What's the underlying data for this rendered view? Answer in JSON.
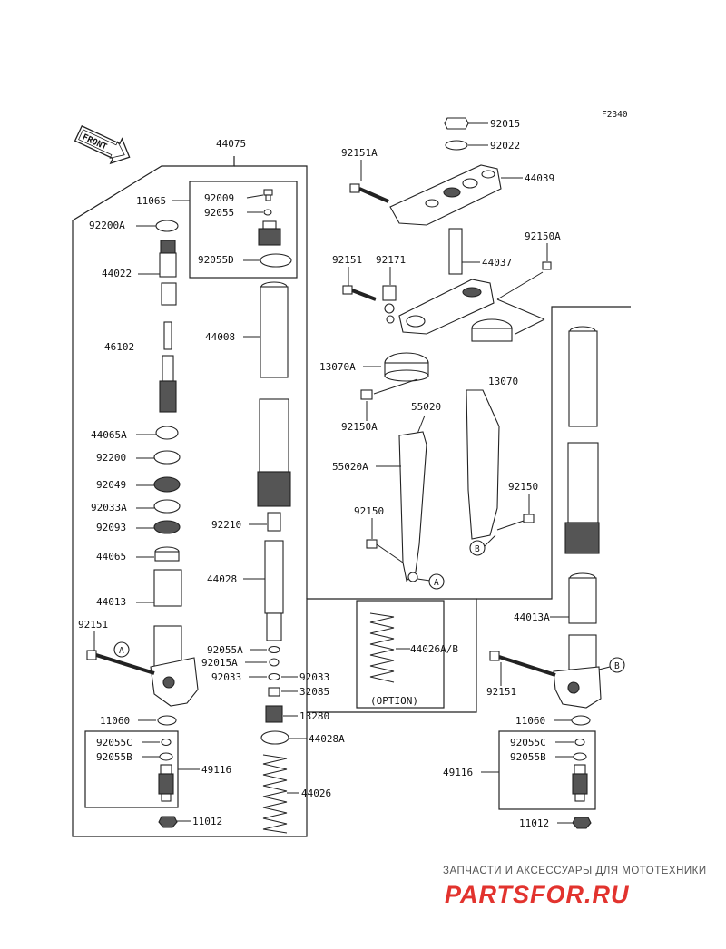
{
  "figure_code": "F2340",
  "front_arrow_text": "FRONT",
  "option_text": "(OPTION)",
  "watermark": {
    "line1": "ЗАПЧАСТИ И АКСЕССУАРЫ ДЛЯ МОТОТЕХНИКИ",
    "logo": "PARTSFOR.RU",
    "logo_color": "#e2332e"
  },
  "callouts": {
    "A": "A",
    "B": "B"
  },
  "labels": {
    "p44075": "44075",
    "p11065": "11065",
    "p92009": "92009",
    "p92055": "92055",
    "p92200A": "92200A",
    "p92055D": "92055D",
    "p44022": "44022",
    "p44008": "44008",
    "p46102": "46102",
    "p44065A": "44065A",
    "p92200": "92200",
    "p92049": "92049",
    "p92033A": "92033A",
    "p92093": "92093",
    "p92210": "92210",
    "p44065": "44065",
    "p44028": "44028",
    "p44013": "44013",
    "p92151_left": "92151",
    "p92055A": "92055A",
    "p92015A": "92015A",
    "p92033_a": "92033",
    "p92033_b": "92033",
    "p32085": "32085",
    "p11060_left": "11060",
    "p13280": "13280",
    "p44028A": "44028A",
    "p92055C_left": "92055C",
    "p92055B_left": "92055B",
    "p49116_left": "49116",
    "p44026": "44026",
    "p11012_left": "11012",
    "p92015": "92015",
    "p92022": "92022",
    "p92151A": "92151A",
    "p44039": "44039",
    "p92151_mid": "92151",
    "p92171": "92171",
    "p44037": "44037",
    "p92150A_top": "92150A",
    "p13070A": "13070A",
    "p13070": "13070",
    "p55020": "55020",
    "p92150A_mid": "92150A",
    "p55020A": "55020A",
    "p92150_left": "92150",
    "p92150_right": "92150",
    "p44026AB": "44026A/B",
    "p44013A": "44013A",
    "p92151_right": "92151",
    "p11060_right": "11060",
    "p92055C_right": "92055C",
    "p92055B_right": "92055B",
    "p49116_right": "49116",
    "p11012_right": "11012"
  }
}
